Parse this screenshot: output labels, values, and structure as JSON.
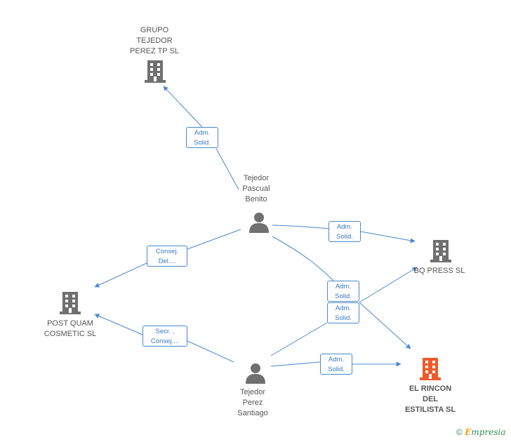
{
  "nodes": {
    "grupo": {
      "label": "GRUPO\nTEJEDOR\nPEREZ TP SL",
      "type": "company"
    },
    "pascual": {
      "label": "Tejedor\nPascual\nBenito",
      "type": "person"
    },
    "bq": {
      "label": "BQ PRESS SL",
      "type": "company"
    },
    "postquam": {
      "label": "POST QUAM\nCOSMETIC SL",
      "type": "company"
    },
    "perez": {
      "label": "Tejedor\nPerez\nSantiago",
      "type": "person"
    },
    "rincon": {
      "label": "EL RINCON\nDEL\nESTILISTA SL",
      "type": "company-highlight"
    }
  },
  "edges": {
    "e1": {
      "from": "pascual",
      "to": "grupo",
      "label": "Adm.\nSolid."
    },
    "e2": {
      "from": "pascual",
      "to": "bq",
      "label": "Adm.\nSolid."
    },
    "e3": {
      "from": "pascual",
      "to": "postquam",
      "label": "Consej.\nDel...."
    },
    "e4": {
      "from": "pascual",
      "to": "rincon",
      "label": "Adm.\nSolid."
    },
    "e5": {
      "from": "perez",
      "to": "bq",
      "label": "Adm.\nSolid."
    },
    "e6": {
      "from": "perez",
      "to": "postquam",
      "label": "Secr. ,\nConsej...."
    },
    "e7": {
      "from": "perez",
      "to": "rincon",
      "label": "Adm.\nSolid."
    }
  },
  "colors": {
    "edge": "#4a88cc",
    "company": "#707070",
    "person": "#707070",
    "highlight": "#f05a28"
  },
  "footer": {
    "copyright": "©",
    "brand": "mpresia",
    "brand_initial": "E"
  }
}
